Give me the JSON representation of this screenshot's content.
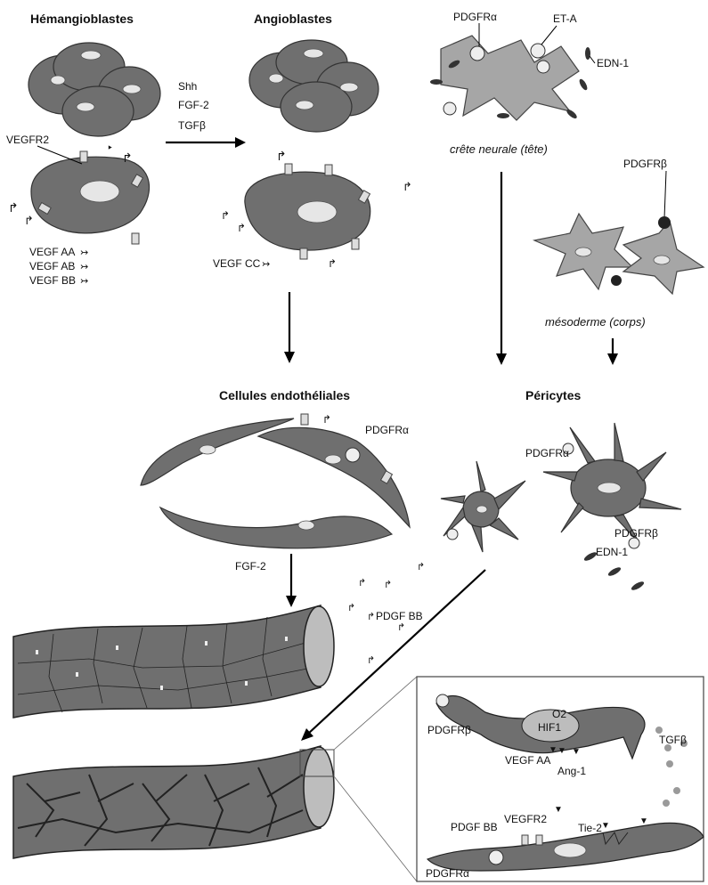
{
  "labels": {
    "hemangioblastes": "Hémangioblastes",
    "angioblastes": "Angioblastes",
    "cellules_endotheliales": "Cellules endothéliales",
    "pericytes": "Péricytes",
    "crete_neurale": "crête neurale (tête)",
    "mesoderme": "mésoderme (corps)",
    "shh": "Shh",
    "fgf2_top": "FGF-2",
    "tgfb_top": "TGFβ",
    "vegfr2_left": "VEGFR2",
    "vegf_aa": "VEGF AA",
    "vegf_ab": "VEGF AB",
    "vegf_bb": "VEGF BB",
    "vegf_cc": "VEGF CC",
    "pdgfra_crest": "PDGFRα",
    "et_a": "ET-A",
    "edn1_crest": "EDN-1",
    "pdgfrb_meso": "PDGFRβ",
    "pdgfra_endo": "PDGFRα",
    "pdgfra_peri": "PDGFRα",
    "pdgfrb_peri": "PDGFRβ",
    "edn1_peri": "EDN-1",
    "fgf2_mid": "FGF-2",
    "pdgf_bb_mid": "PDGF BB",
    "inset_o2": "O2",
    "inset_pdgfrb": "PDGFRβ",
    "inset_hif1": "HIF1",
    "inset_tgfb": "TGFβ",
    "inset_vegf_aa": "VEGF AA",
    "inset_ang1": "Ang-1",
    "inset_vegfr2": "VEGFR2",
    "inset_pdgf_bb": "PDGF BB",
    "inset_tie2": "Tie-2",
    "inset_pdgfra": "PDGFRα"
  },
  "colors": {
    "dark_cell": "#6f6f6f",
    "light_cell": "#a6a6a6",
    "nucleus": "#e6e6e6",
    "ink": "#111111"
  }
}
